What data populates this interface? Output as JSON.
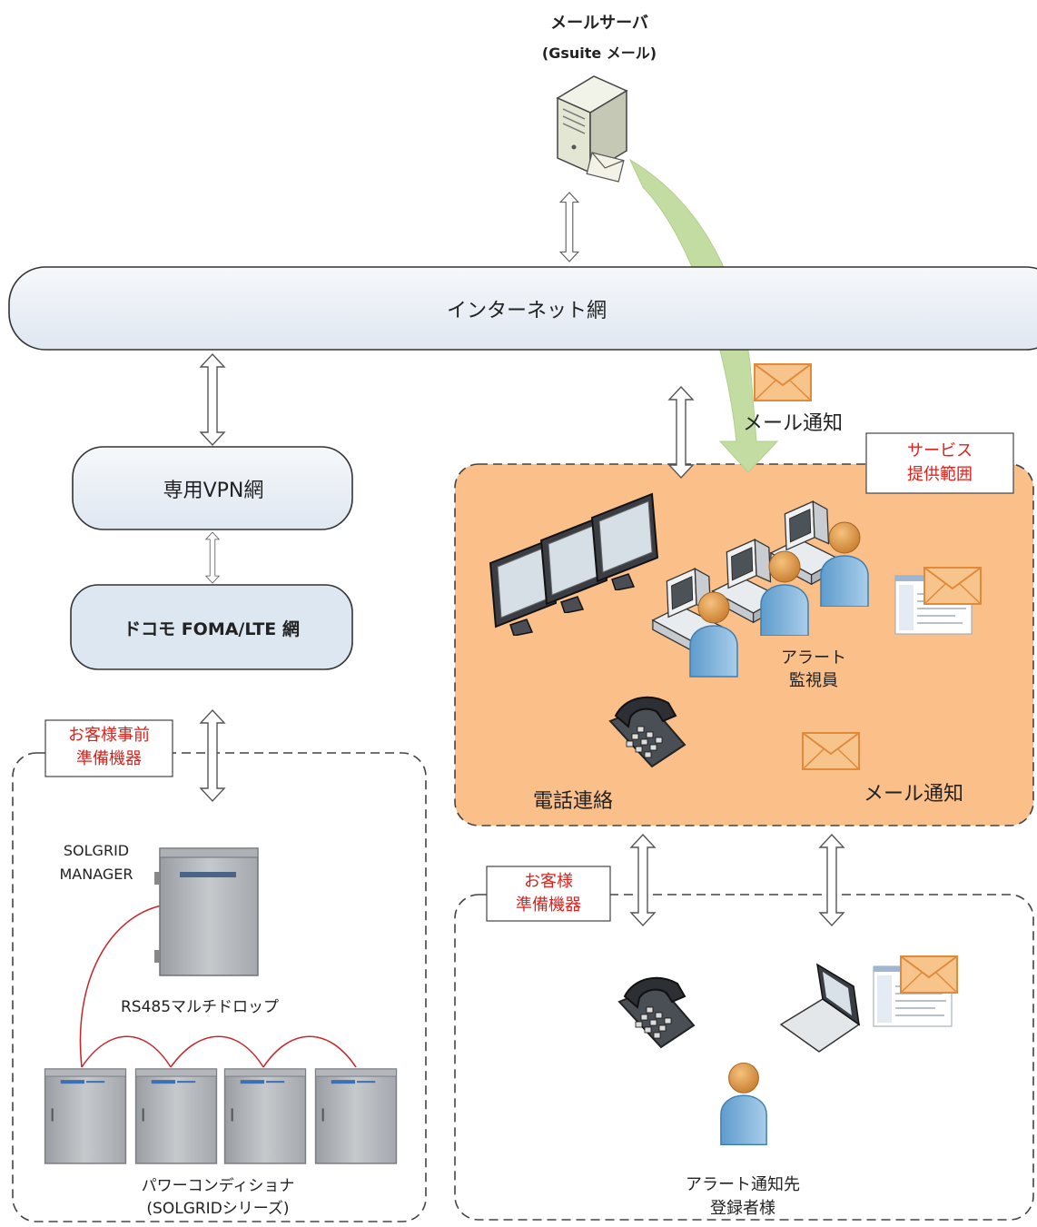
{
  "mail_server": {
    "title": "メールサーバ",
    "subtitle": "(Gsuite メール)"
  },
  "internet": {
    "label": "インターネット網"
  },
  "vpn": {
    "label": "専用VPN網"
  },
  "docomo": {
    "label": "ドコモ FOMA/LTE 網"
  },
  "mail_notice_top": {
    "label": "メール通知"
  },
  "service_scope": {
    "line1": "サービス",
    "line2": "提供範囲"
  },
  "customer_prep": {
    "line1": "お客様事前",
    "line2": "準備機器"
  },
  "solgrid_manager": {
    "line1": "SOLGRID",
    "line2": "MANAGER"
  },
  "rs485": {
    "label": "RS485マルチドロップ"
  },
  "power_conditioner": {
    "line1": "パワーコンディショナ",
    "line2": "(SOLGRIDシリーズ)"
  },
  "alert_staff": {
    "line1": "アラート",
    "line2": "監視員"
  },
  "phone_contact": {
    "label": "電話連絡"
  },
  "mail_notice_center": {
    "label": "メール通知"
  },
  "customer_equipment": {
    "line1": "お客様",
    "line2": "準備機器"
  },
  "alert_recipient": {
    "line1": "アラート通知先",
    "line2": "登録者様"
  },
  "colors": {
    "service_area": "#fbc08a",
    "network_box": "#e6edf6",
    "mail_arrow": "#c3dca1",
    "envelope": "#f7c58c",
    "label_red": "#e0201b"
  }
}
